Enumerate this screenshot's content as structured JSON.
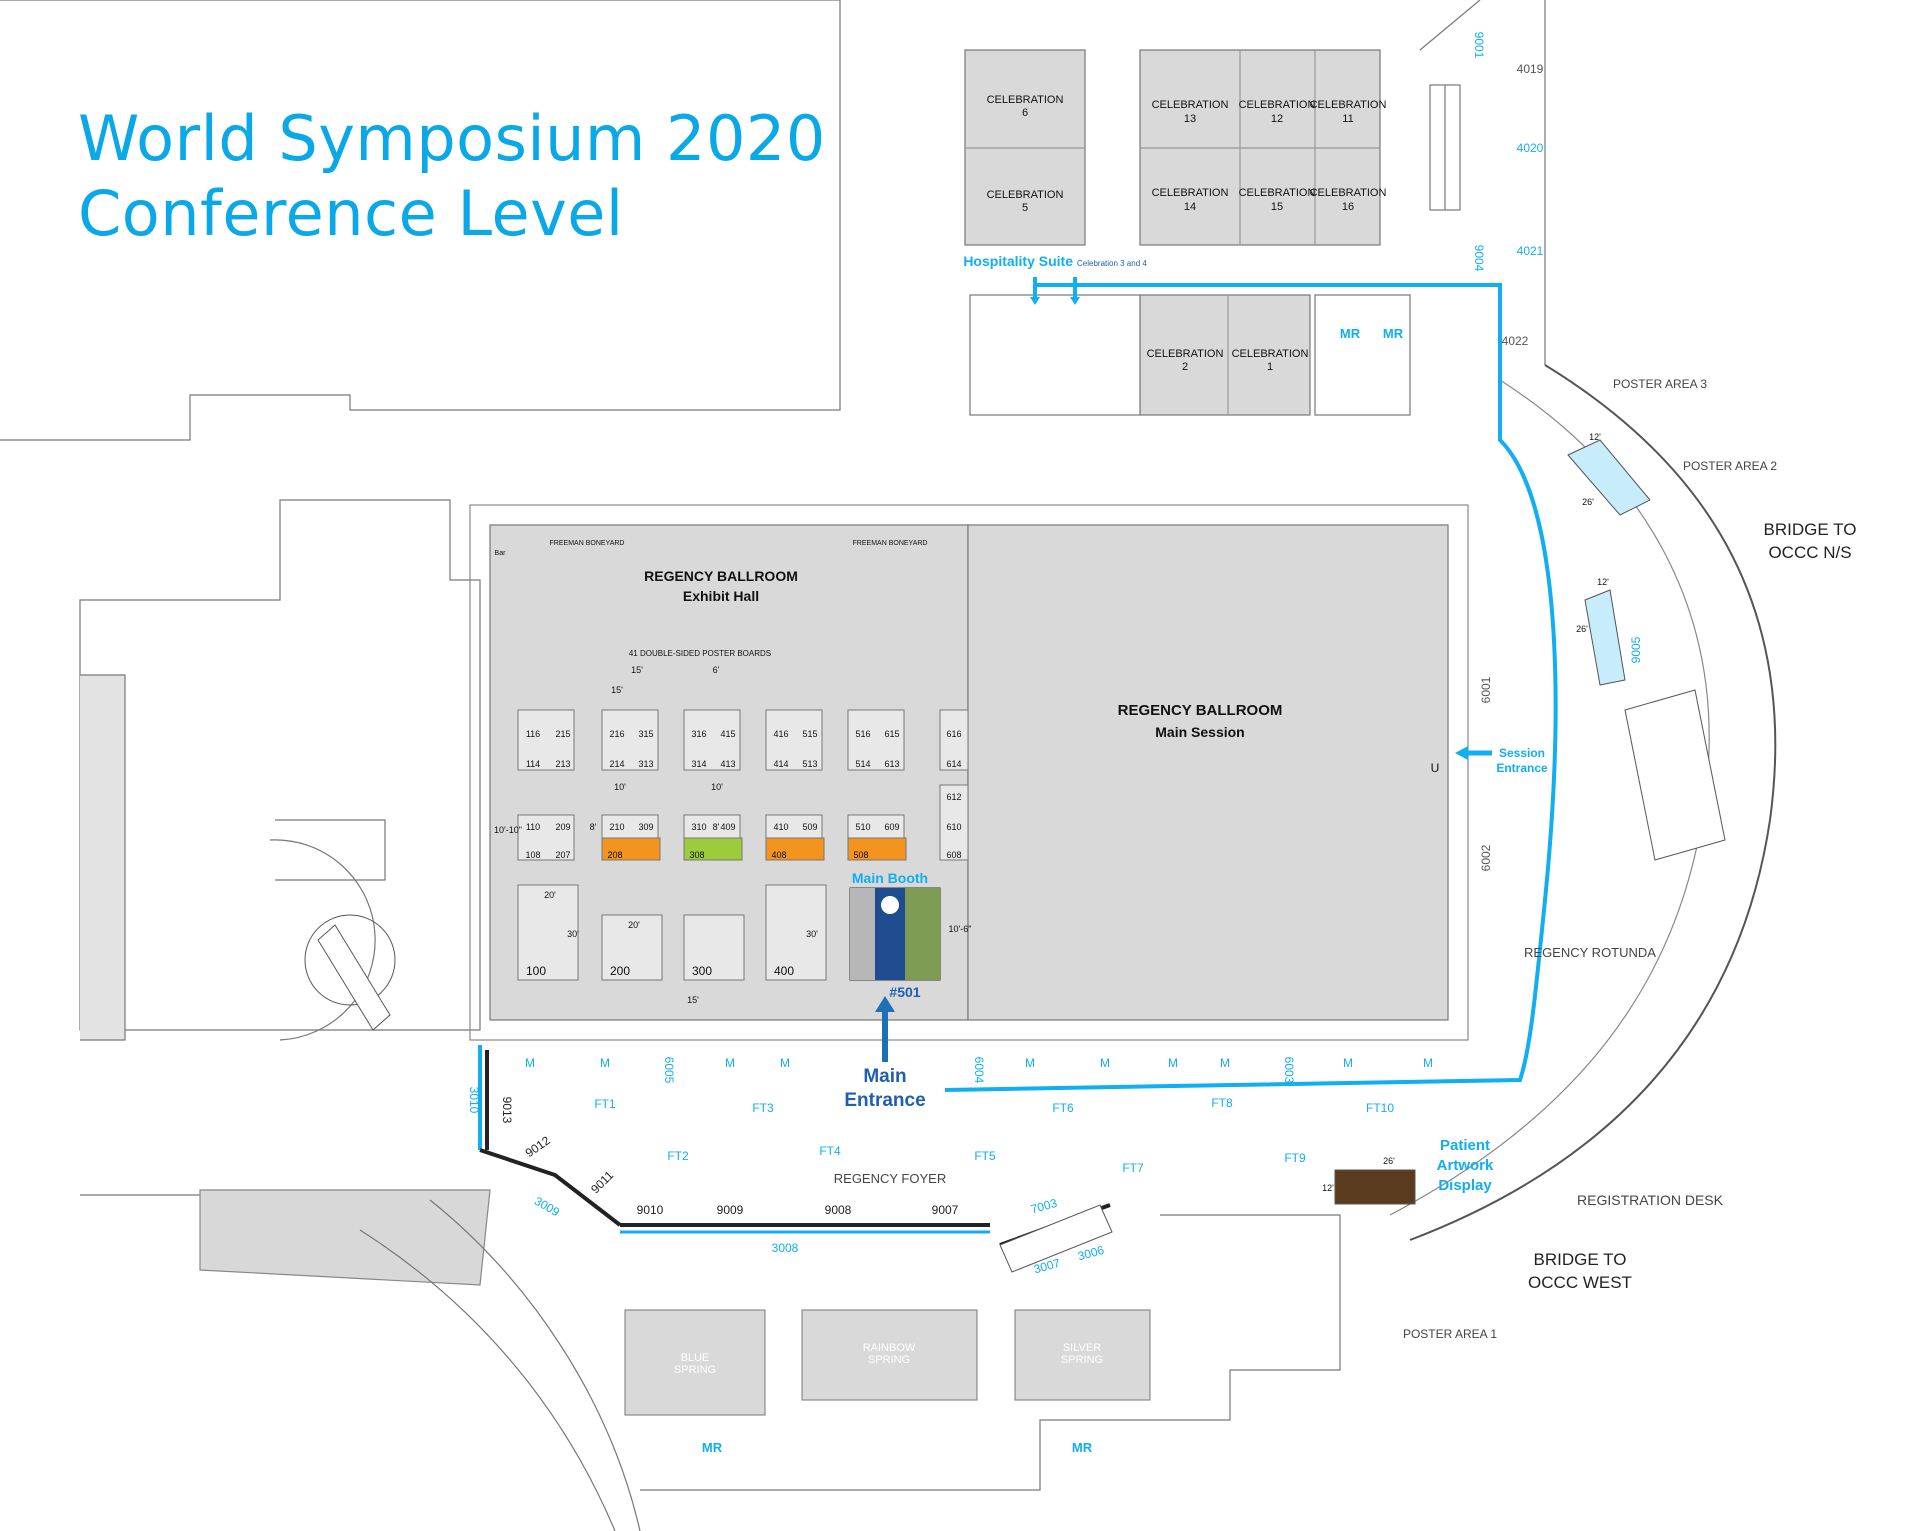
{
  "title": {
    "line1": "World Symposium 2020",
    "line2": "Conference Level"
  },
  "rooms": {
    "celebration_6": [
      "CELEBRATION",
      "6"
    ],
    "celebration_5": [
      "CELEBRATION",
      "5"
    ],
    "celebration_13": [
      "CELEBRATION",
      "13"
    ],
    "celebration_12": [
      "CELEBRATION",
      "12"
    ],
    "celebration_11": [
      "CELEBRATION",
      "11"
    ],
    "celebration_14": [
      "CELEBRATION",
      "14"
    ],
    "celebration_15": [
      "CELEBRATION",
      "15"
    ],
    "celebration_16": [
      "CELEBRATION",
      "16"
    ],
    "celebration_2": [
      "CELEBRATION",
      "2"
    ],
    "celebration_1": [
      "CELEBRATION",
      "1"
    ],
    "blue_spring": [
      "BLUE",
      "SPRING"
    ],
    "rainbow_spring": [
      "RAINBOW",
      "SPRING"
    ],
    "silver_spring": [
      "SILVER",
      "SPRING"
    ]
  },
  "labels": {
    "hospitality": "Hospitality Suite",
    "hospitality_note": "Celebration 3 and 4",
    "exhibit_title": "REGENCY BALLROOM",
    "exhibit_sub": "Exhibit Hall",
    "main_title": "REGENCY BALLROOM",
    "main_sub": "Main Session",
    "poster_boards": "41 DOUBLE-SIDED POSTER BOARDS",
    "boneyard": "FREEMAN BONEYARD",
    "session_entrance": [
      "Session",
      "Entrance"
    ],
    "main_booth": "Main Booth",
    "booth_501": "#501",
    "main_entrance": [
      "Main",
      "Entrance"
    ],
    "regency_rotunda": "REGENCY ROTUNDA",
    "regency_foyer": "REGENCY FOYER",
    "registration_desk": "REGISTRATION DESK",
    "bridge_ns": [
      "BRIDGE TO",
      "OCCC N/S"
    ],
    "bridge_west": [
      "BRIDGE TO",
      "OCCC WEST"
    ],
    "poster_area_1": "POSTER AREA 1",
    "poster_area_2": "POSTER AREA 2",
    "poster_area_3": "POSTER AREA 3",
    "patient_artwork": [
      "Patient",
      "Artwork",
      "Display"
    ],
    "mr": "MR",
    "m": "M",
    "bar": "Bar",
    "u": "U"
  },
  "booths": {
    "row_a_top": [
      "116",
      "215",
      "216",
      "315",
      "316",
      "415",
      "416",
      "515",
      "516",
      "615",
      "616"
    ],
    "row_a_bottom": [
      "114",
      "213",
      "214",
      "313",
      "314",
      "413",
      "414",
      "513",
      "514",
      "613",
      "614"
    ],
    "row_b_top": [
      "110",
      "209",
      "210",
      "309",
      "310",
      "409",
      "410",
      "509",
      "510",
      "609",
      "612",
      "610"
    ],
    "row_b_bottom": [
      "108",
      "207",
      "208",
      "308",
      "408",
      "508",
      "608"
    ],
    "islands": [
      "100",
      "200",
      "300",
      "400"
    ]
  },
  "dimensions": [
    "15'",
    "6'",
    "10'",
    "8'",
    "20'",
    "30'",
    "10'-10\"",
    "10'-6\"",
    "12'",
    "26'"
  ],
  "wall_codes": {
    "blue": [
      "9001",
      "4019",
      "4020",
      "4021",
      "4022",
      "9004",
      "9005",
      "6001",
      "6002",
      "6003",
      "6004",
      "6005",
      "3010",
      "3009",
      "3008",
      "3007",
      "3006",
      "7003"
    ],
    "black": [
      "9013",
      "9012",
      "9011",
      "9010",
      "9009",
      "9008",
      "9007"
    ]
  },
  "gray_codes": [
    "4019",
    "4022",
    "6001",
    "6002"
  ],
  "food_tables": [
    "FT1",
    "FT2",
    "FT3",
    "FT4",
    "FT5",
    "FT6",
    "FT7",
    "FT8",
    "FT9",
    "FT10"
  ],
  "colors": {
    "accent": "#0aa8e6",
    "route": "#11aef0",
    "room_fill": "#d9d9d9",
    "booth_orange": "#f39421",
    "booth_green": "#9ccb3b",
    "booth_dark_blue": "#1f5fae",
    "poster_area_fill": "#c7ecfb",
    "banner_red": "#d6332b"
  }
}
